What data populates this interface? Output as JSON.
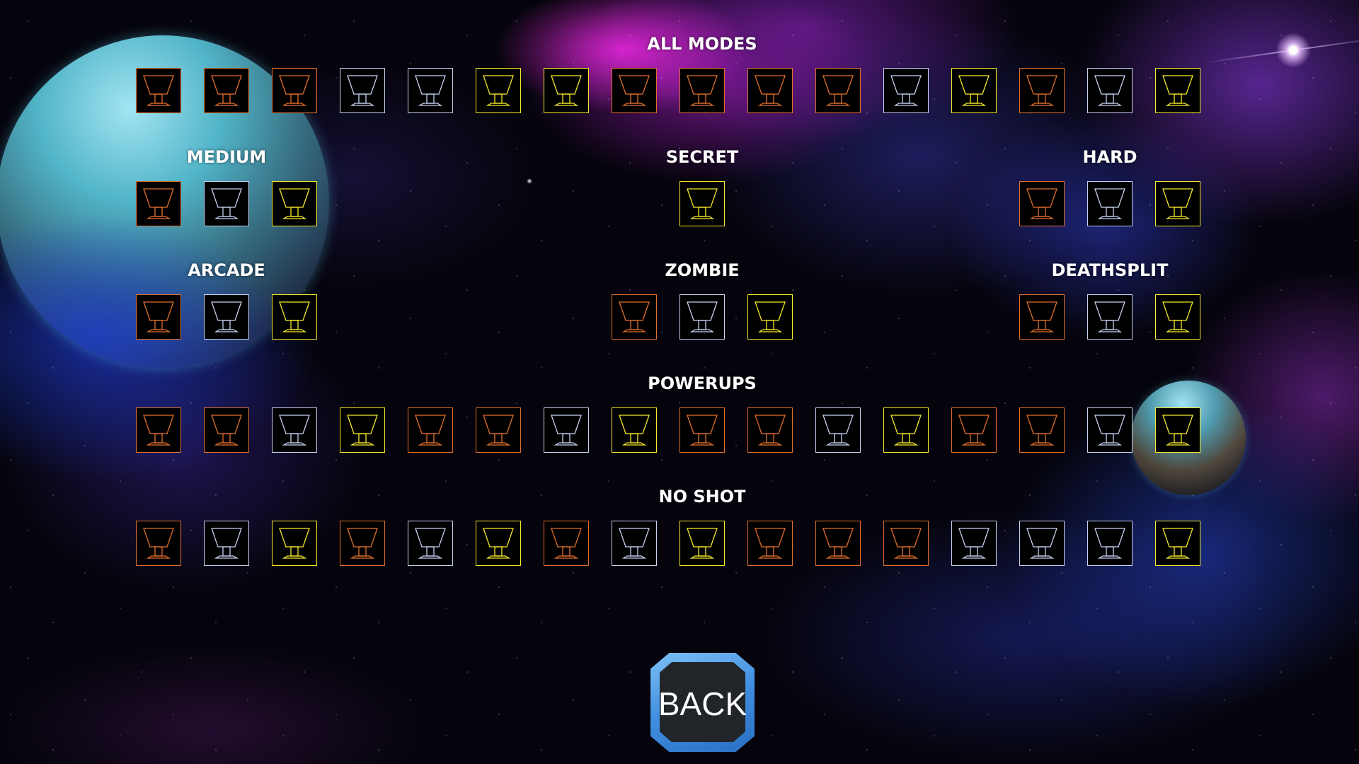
{
  "colors": {
    "bronze": "#e2702c",
    "silver": "#c7d2f2",
    "gold": "#f7ea2a",
    "heading": "#ffffff",
    "back_button_bevel": "#4a9ae6"
  },
  "trophy_icon": "trophy-cup-icon",
  "sections": [
    {
      "id": "all-modes",
      "title": "ALL MODES",
      "trophies": [
        "bronze",
        "bronze",
        "bronze",
        "silver",
        "silver",
        "gold",
        "gold",
        "bronze",
        "bronze",
        "bronze",
        "bronze",
        "silver",
        "gold",
        "bronze",
        "silver",
        "gold"
      ]
    },
    {
      "id": "medium",
      "title": "MEDIUM",
      "trophies": [
        "bronze",
        "silver",
        "gold"
      ]
    },
    {
      "id": "secret",
      "title": "SECRET",
      "trophies": [
        "gold"
      ]
    },
    {
      "id": "hard",
      "title": "HARD",
      "trophies": [
        "bronze",
        "silver",
        "gold"
      ]
    },
    {
      "id": "arcade",
      "title": "ARCADE",
      "trophies": [
        "bronze",
        "silver",
        "gold"
      ]
    },
    {
      "id": "zombie",
      "title": "ZOMBIE",
      "trophies": [
        "bronze",
        "silver",
        "gold"
      ]
    },
    {
      "id": "deathsplit",
      "title": "DEATHSPLIT",
      "trophies": [
        "bronze",
        "silver",
        "gold"
      ]
    },
    {
      "id": "powerups",
      "title": "POWERUPS",
      "trophies": [
        "bronze",
        "bronze",
        "silver",
        "gold",
        "bronze",
        "bronze",
        "silver",
        "gold",
        "bronze",
        "bronze",
        "silver",
        "gold",
        "bronze",
        "bronze",
        "silver",
        "gold"
      ]
    },
    {
      "id": "no-shot",
      "title": "NO SHOT",
      "trophies": [
        "bronze",
        "silver",
        "gold",
        "bronze",
        "silver",
        "gold",
        "bronze",
        "silver",
        "gold",
        "bronze",
        "bronze",
        "bronze",
        "silver",
        "silver",
        "silver",
        "gold"
      ]
    }
  ],
  "back_button": {
    "label": "BACK"
  }
}
